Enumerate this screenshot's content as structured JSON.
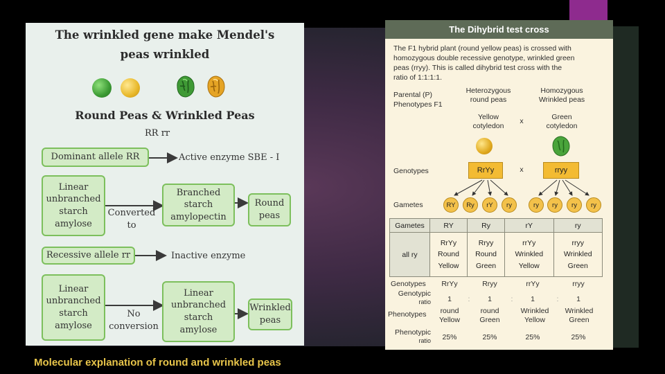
{
  "caption": "Molecular explanation of round and wrinkled peas",
  "left_figure": {
    "title_line1": "The wrinkled gene make Mendel's",
    "title_line2": "peas wrinkled",
    "heading": "Round Peas  &  Wrinkled Peas",
    "genotypes": "RR rr",
    "dominant_box": "Dominant allele RR",
    "active_enzyme": "Active enzyme SBE - I",
    "linear_starch_1": [
      "Linear",
      "unbranched",
      "starch",
      "amylose"
    ],
    "converted_to": [
      "Converted",
      "to"
    ],
    "branched_starch": [
      "Branched",
      "starch",
      "amylopectin"
    ],
    "round_peas": [
      "Round",
      "peas"
    ],
    "recessive_box": "Recessive allele rr",
    "inactive_enzyme": "Inactive enzyme",
    "linear_starch_2": [
      "Linear",
      "unbranched",
      "starch",
      "amylose"
    ],
    "no_conversion": [
      "No",
      "conversion"
    ],
    "linear_starch_3": [
      "Linear",
      "unbranched",
      "starch",
      "amylose"
    ],
    "wrinkled_peas": [
      "Wrinkled",
      "peas"
    ]
  },
  "right_figure": {
    "title": "The Dihybrid test cross",
    "intro_lines": [
      "The F1 hybrid plant (round yellow peas) is crossed with",
      "homozygous double recessive genotype, wrinkled green",
      "peas (rryy).  This is called dihybrid test cross with the",
      "ratio of 1:1:1:1."
    ],
    "parental_label": [
      "Parental (P)",
      "Phenotypes F1"
    ],
    "parent1": [
      "Heterozygous",
      "round peas"
    ],
    "parent2": [
      "Homozygous",
      "Wrinkled peas"
    ],
    "cotyledon1": [
      "Yellow",
      "cotyledon"
    ],
    "cotyledon2": [
      "Green",
      "cotyledon"
    ],
    "cross_symbol": "x",
    "genotypes_label": "Genotypes",
    "genotype1": "RrYy",
    "genotype2": "rryy",
    "gametes_label": "Gametes",
    "gametes_p1": [
      "RY",
      "Ry",
      "rY",
      "ry"
    ],
    "gametes_p2": [
      "ry",
      "ry",
      "ry",
      "ry"
    ],
    "table": {
      "header": [
        "Gametes",
        "RY",
        "Ry",
        "rY",
        "ry"
      ],
      "row_label": "all ry",
      "cells": [
        [
          "RrYy",
          "Round",
          "Yellow"
        ],
        [
          "Rryy",
          "Round",
          "Green"
        ],
        [
          "rrYy",
          "Wrinkled",
          "Yellow"
        ],
        [
          "rryy",
          "Wrinkled",
          "Green"
        ]
      ]
    },
    "summary": {
      "genotypes_label": "Genotypes",
      "genotypes": [
        "RrYy",
        "Rryy",
        "rrYy",
        "rryy"
      ],
      "genotypic_label": [
        "Genotypic",
        "ratio"
      ],
      "genotypic_ratio": [
        "1",
        "1",
        "1",
        "1"
      ],
      "ratio_sep": ":",
      "phenotypes_label": "Phenotypes",
      "phenotypes": [
        [
          "round",
          "Yellow"
        ],
        [
          "round",
          "Green"
        ],
        [
          "Wrinkled",
          "Yellow"
        ],
        [
          "Wrinkled",
          "Green"
        ]
      ],
      "phenotypic_label": [
        "Phenotypic",
        "ratio"
      ],
      "phenotypic_ratio": [
        "25%",
        "25%",
        "25%",
        "25%"
      ]
    }
  },
  "colors": {
    "accent_bar": "#8e2b8e",
    "caption": "#e8c54a",
    "left_box_fill": "#d3ebc6",
    "left_box_border": "#7cbf5c",
    "right_title_bar": "#5e6b57",
    "gamete_fill": "#f3c14a"
  }
}
